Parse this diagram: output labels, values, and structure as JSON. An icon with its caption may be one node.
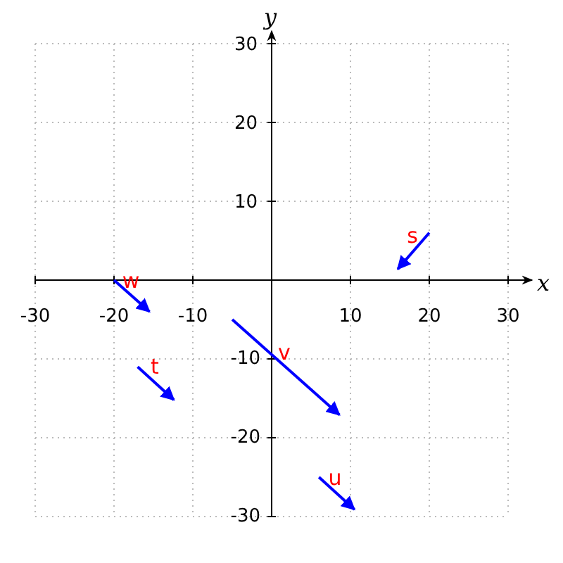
{
  "diagram": {
    "labels": [
      "y",
      "30",
      "20",
      "10",
      "s",
      "w",
      "x",
      "-30",
      "-20",
      "-10",
      "10",
      "20",
      "30",
      "v",
      "t",
      "-10",
      "-20",
      "u",
      "-30"
    ]
  }
}
